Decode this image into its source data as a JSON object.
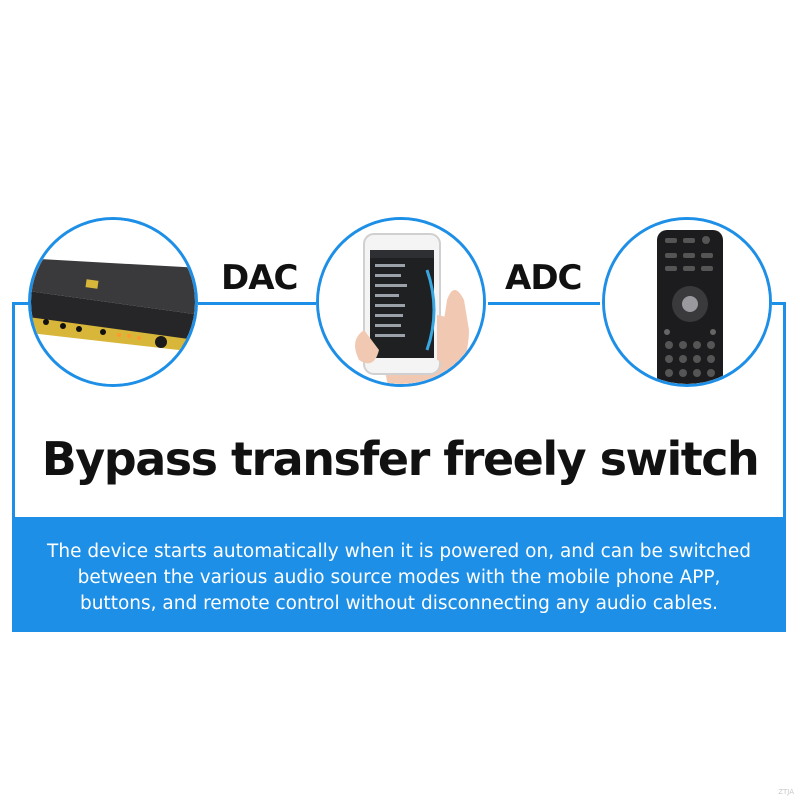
{
  "labels": {
    "dac": "DAC",
    "adc": "ADC"
  },
  "headline": "Bypass transfer freely switch",
  "description": {
    "line1": "The device starts automatically when it is powered on, and can be switched",
    "line2": "between the various audio source modes with the mobile phone APP,",
    "line3": "buttons, and remote control without disconnecting any audio cables."
  },
  "watermark": "ZTJA",
  "colors": {
    "accent": "#1e8fe6",
    "device_body": "#2a2a2c",
    "device_panel": "#d8b63a",
    "remote_body": "#1c1c1e"
  },
  "icons": {
    "device": "dac-device-illustration",
    "phone": "smartphone-in-hand-illustration",
    "remote": "remote-control-illustration"
  }
}
